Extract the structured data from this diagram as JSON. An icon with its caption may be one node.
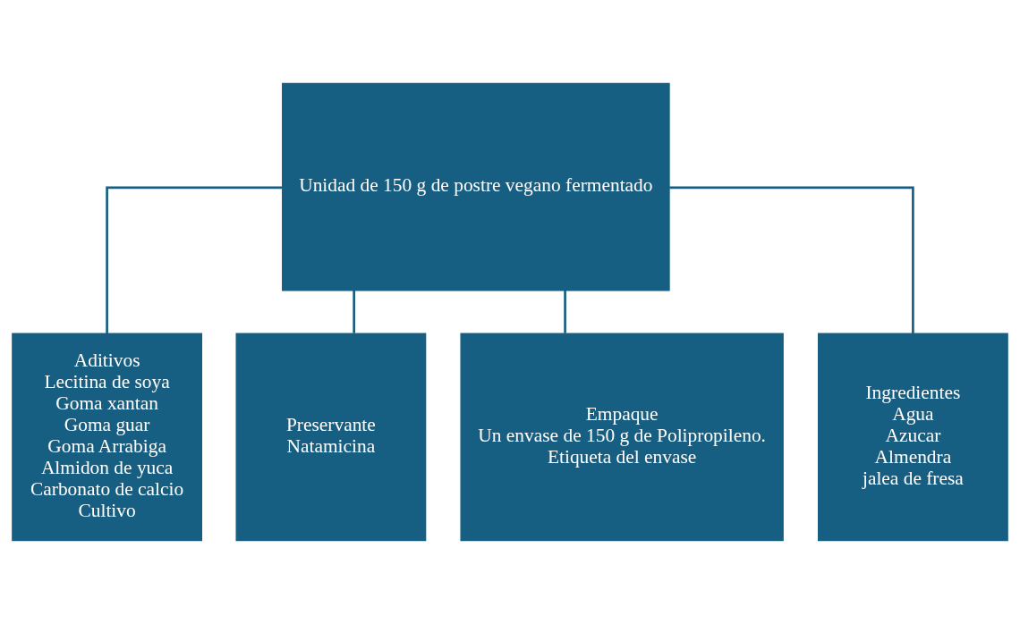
{
  "diagram": {
    "nodes": [
      {
        "text": [
          "Unidad de 150 g de postre vegano fermentado"
        ]
      },
      {
        "text": [
          "Aditivos",
          "Lecitina de soya",
          "Goma xantan",
          "Goma guar",
          "Goma Arrabiga",
          "Almidon de yuca",
          "Carbonato de calcio",
          "Cultivo"
        ]
      },
      {
        "text": [
          "Preservante",
          "Natamicina"
        ]
      },
      {
        "text": [
          "Empaque",
          "Un envase de 150 g de Polipropileno.",
          "Etiqueta del envase"
        ]
      },
      {
        "text": [
          "Ingredientes",
          "Agua",
          "Azucar",
          "Almendra",
          "jalea de fresa"
        ]
      }
    ],
    "edges": [
      {
        "from": 0,
        "to": 1,
        "arrow": "none"
      },
      {
        "from": 0,
        "to": 2,
        "arrow": "none"
      },
      {
        "from": 0,
        "to": 3,
        "arrow": "none"
      },
      {
        "from": 0,
        "to": 4,
        "arrow": "none"
      }
    ]
  }
}
